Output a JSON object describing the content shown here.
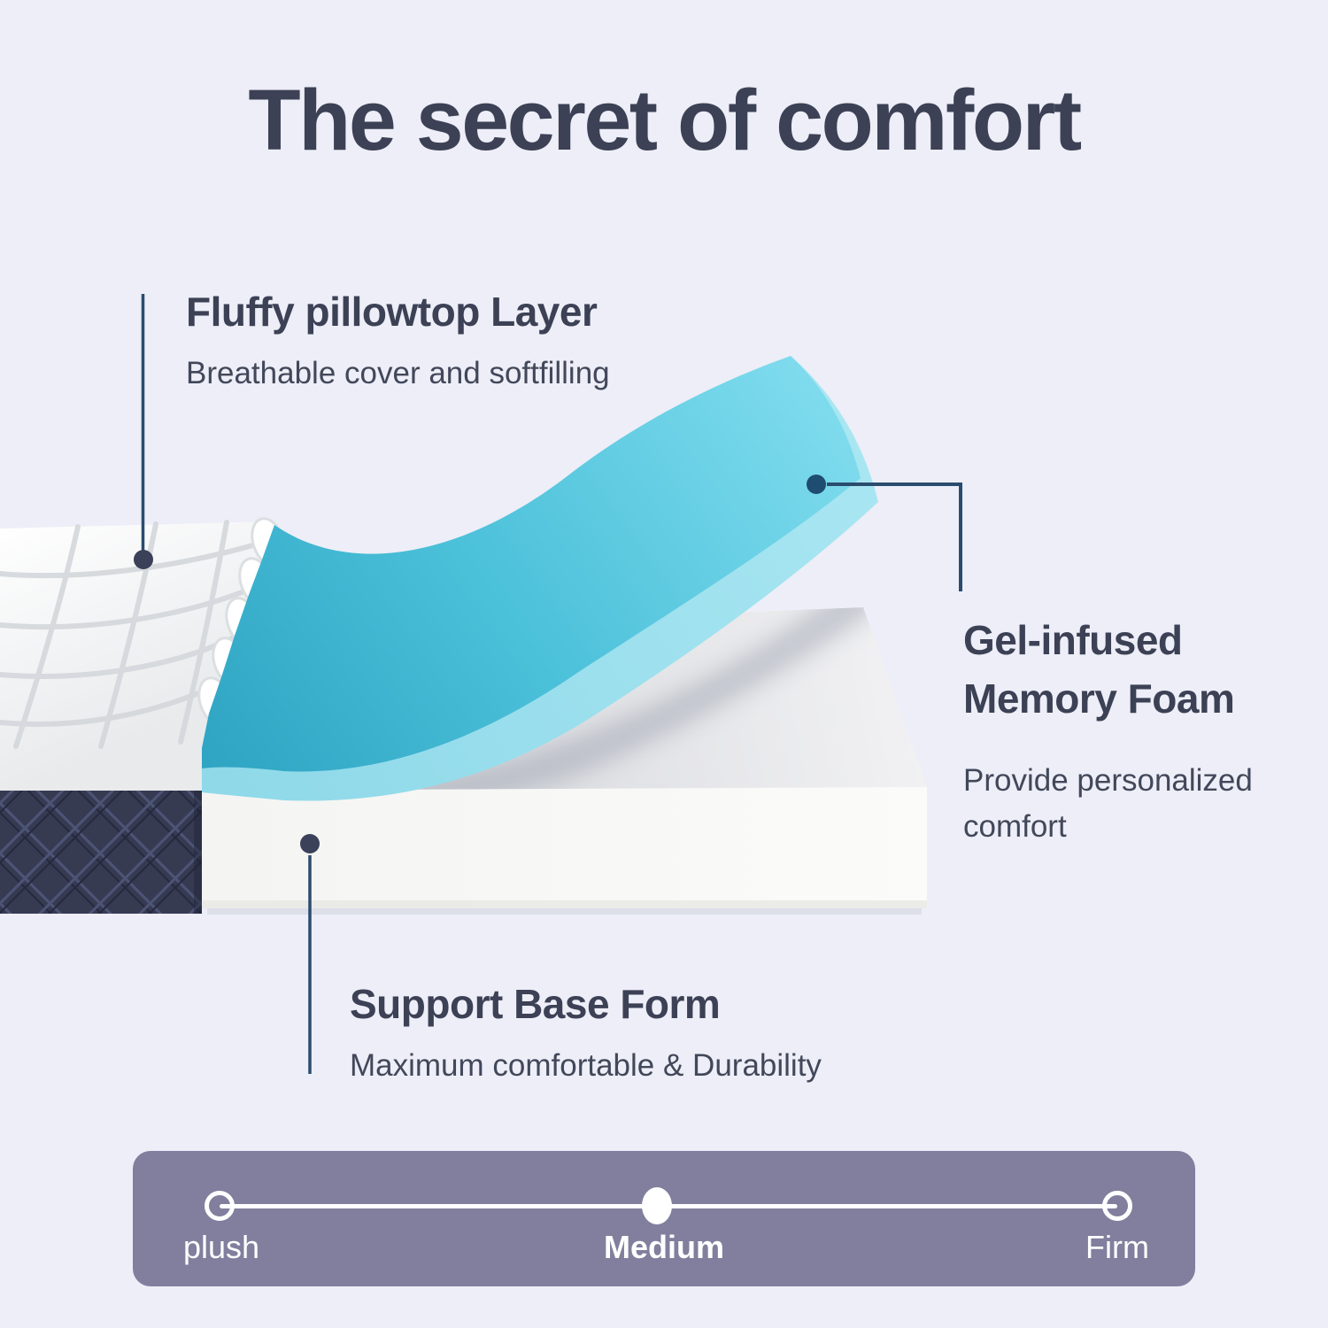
{
  "title": "The secret of comfort",
  "annotations": {
    "pillowtop": {
      "title": "Fluffy pillowtop Layer",
      "subtitle": "Breathable cover and softfilling"
    },
    "memory_foam": {
      "title_lines": [
        "Gel-infused",
        "Memory Foam"
      ],
      "subtitle_lines": [
        "Provide personalized",
        "comfort"
      ]
    },
    "support_base": {
      "title": "Support Base Form",
      "subtitle": "Maximum comfortable & Durability"
    }
  },
  "firmness": {
    "plush_label": "plush",
    "medium_label": "Medium",
    "firm_label": "Firm",
    "selected": "Medium"
  },
  "colors": {
    "background": "#EDEEF7",
    "heading_text": "#3C4155",
    "body_text": "#42485A",
    "leader_line": "#2A4C6E",
    "annotation_dot": "#3A4158",
    "annotation_dot_blue": "#1F4C71",
    "panel_background": "#817F9D",
    "panel_text": "#FFFFFF",
    "foam_blue": "#4CC1DA",
    "foam_blue_light": "#A9E6F2",
    "mattress_navy": "#363B52"
  }
}
